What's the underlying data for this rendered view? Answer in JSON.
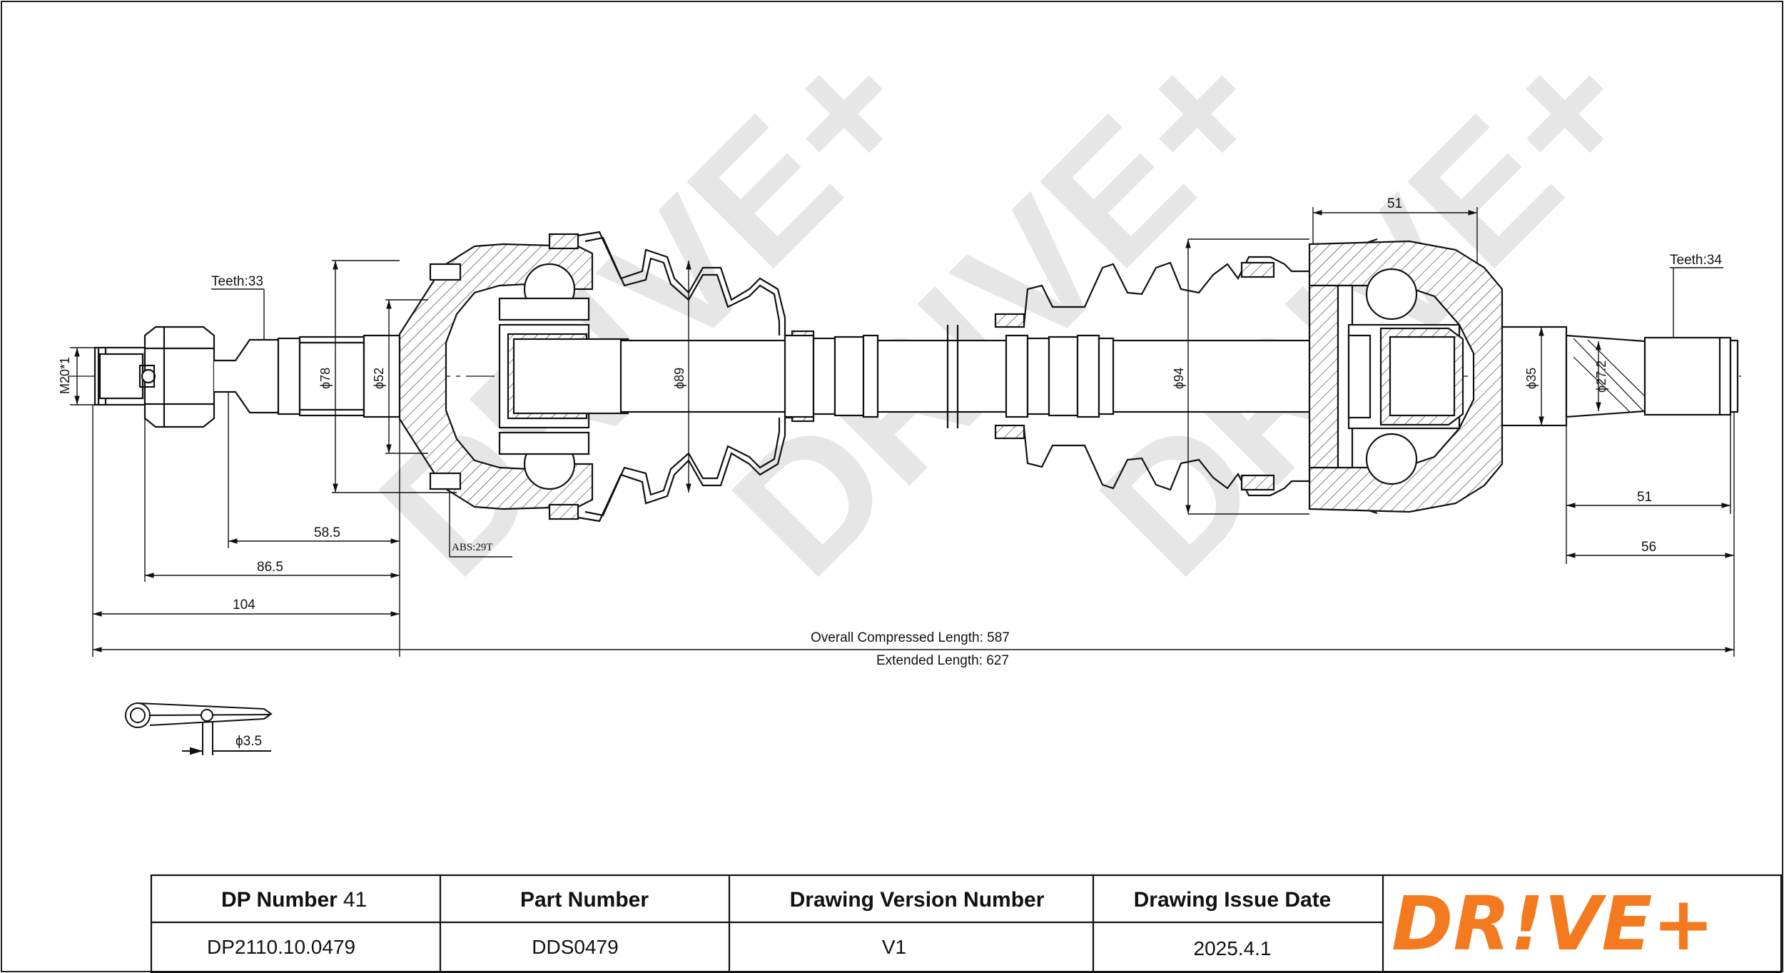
{
  "watermark": "DR!VE+",
  "annotations": {
    "teeth_left": "Teeth:33",
    "teeth_right": "Teeth:34",
    "abs": "ABS:29T",
    "pin_diameter": "ϕ3.5",
    "overall_length": "Overall  Compressed  Length: 587",
    "extended_length": "Extended  Length: 627"
  },
  "dimensions": {
    "thread": "M20*1",
    "d78": "ϕ78",
    "d52": "ϕ52",
    "d89": "ϕ89",
    "d94": "ϕ94",
    "d35": "ϕ35",
    "d27": "ϕ27.2",
    "len_58_5": "58.5",
    "len_86_5": "86.5",
    "len_104": "104",
    "len_51_top": "51",
    "len_51_right": "51",
    "len_56": "56"
  },
  "title_block": {
    "dp_label": "DP Number",
    "dp_suffix": "41",
    "part_label": "Part Number",
    "version_label": "Drawing Version Number",
    "date_label": "Drawing Issue Date",
    "dp_value": "DP2110.10.0479",
    "part_value": "DDS0479",
    "version_value": "V1",
    "date_value": "2025.4.1"
  },
  "logo": {
    "text": "DR!VE+",
    "color": "#f47a20"
  }
}
